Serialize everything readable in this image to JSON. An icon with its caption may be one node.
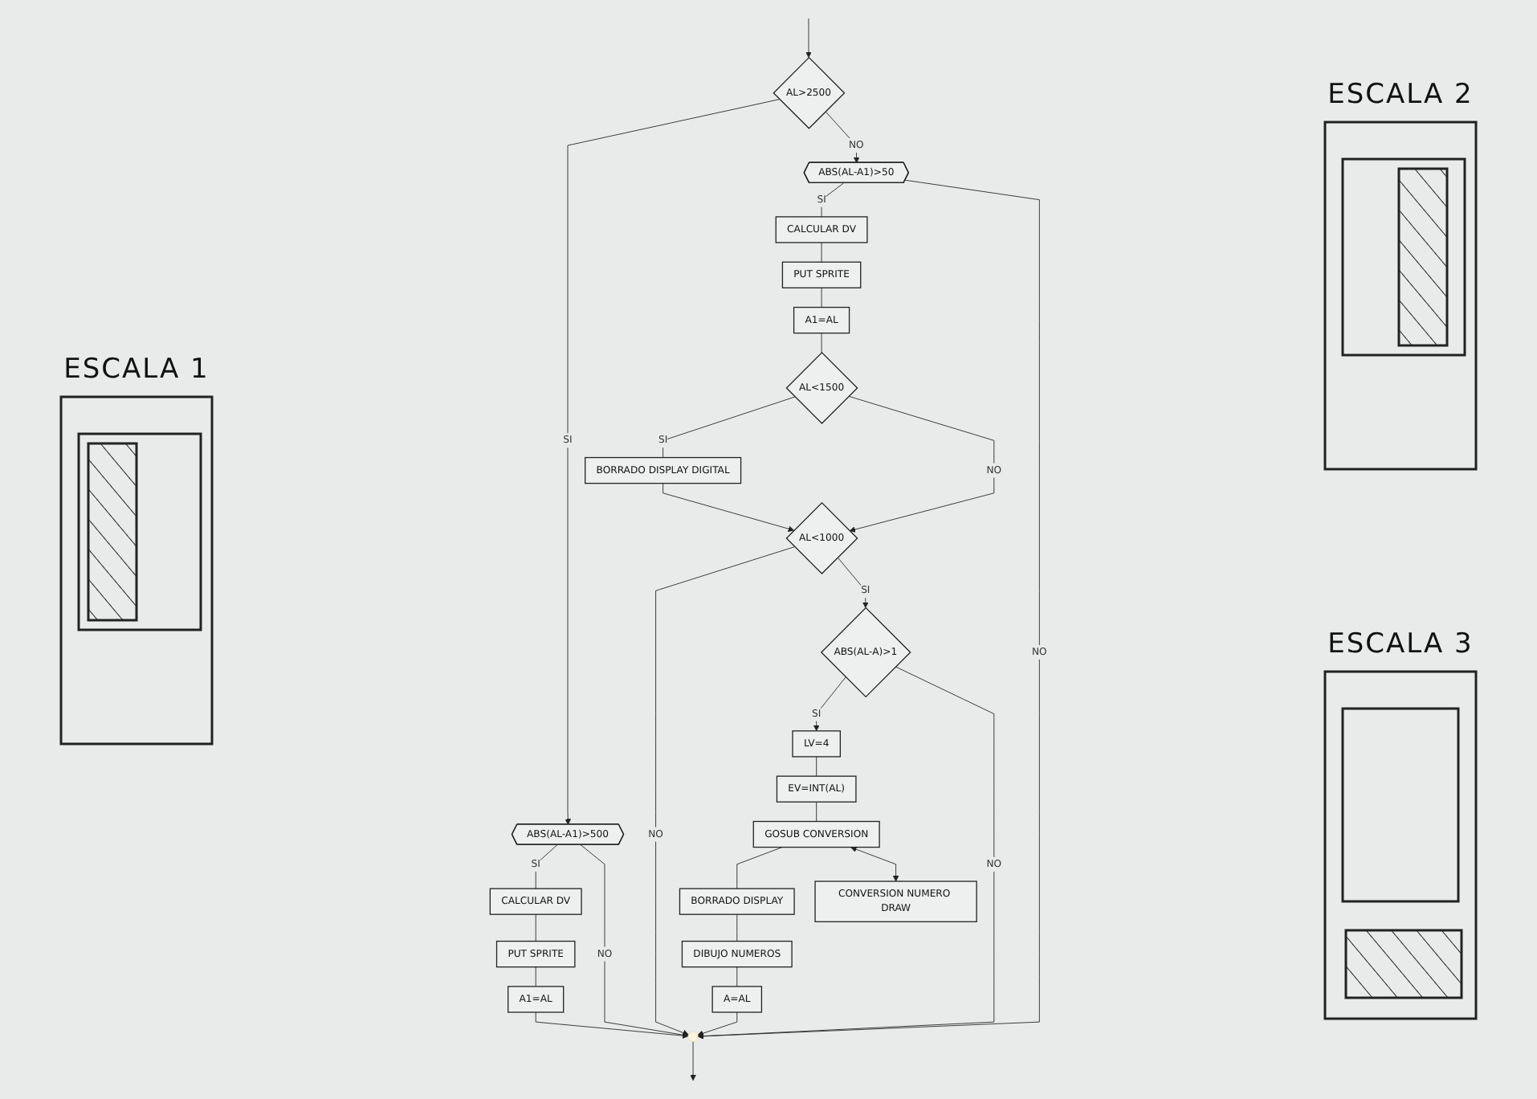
{
  "diagram": {
    "nodes": [
      {
        "text": [
          "AL>2500"
        ]
      },
      {
        "text": [
          "ABS(AL-A1)>500"
        ]
      },
      {
        "text": [
          "CALCULAR DV"
        ]
      },
      {
        "text": [
          "PUT SPRITE"
        ]
      },
      {
        "text": [
          "A1=AL"
        ]
      },
      {
        "text": [
          "ABS(AL-A1)>50"
        ]
      },
      {
        "text": [
          "CALCULAR DV"
        ]
      },
      {
        "text": [
          "PUT SPRITE"
        ]
      },
      {
        "text": [
          "A1=AL"
        ]
      },
      {
        "text": [
          "AL<1500"
        ]
      },
      {
        "text": [
          "BORRADO DISPLAY DIGITAL"
        ]
      },
      {
        "text": [
          "AL<1000"
        ]
      },
      {
        "text": [
          "ABS(AL-A)>1"
        ]
      },
      {
        "text": [
          "LV=4"
        ]
      },
      {
        "text": [
          "EV=INT(AL)"
        ]
      },
      {
        "text": [
          "GOSUB CONVERSION"
        ]
      },
      {
        "text": [
          "BORRADO DISPLAY"
        ]
      },
      {
        "text": [
          "DIBUJO NUMEROS"
        ]
      },
      {
        "text": [
          "A=AL"
        ]
      },
      {
        "text": [
          "CONVERSION NUMERO DRAW"
        ]
      },
      {
        "text": [],
        "shape": "point"
      }
    ],
    "edges": [
      {
        "from": null,
        "to": 0,
        "arrow": "to"
      },
      {
        "from": 0,
        "to": 1,
        "arrow": "to",
        "label": "SI"
      },
      {
        "from": 0,
        "to": 5,
        "arrow": "to",
        "label": "NO"
      },
      {
        "from": 1,
        "to": 2,
        "arrow": "none",
        "label": "SI"
      },
      {
        "from": 2,
        "to": 3,
        "arrow": "none"
      },
      {
        "from": 3,
        "to": 4,
        "arrow": "none"
      },
      {
        "from": 1,
        "to": 20,
        "arrow": "to",
        "label": "NO"
      },
      {
        "from": 4,
        "to": 20,
        "arrow": "to"
      },
      {
        "from": 5,
        "to": 6,
        "arrow": "none",
        "label": "SI"
      },
      {
        "from": 6,
        "to": 7,
        "arrow": "none"
      },
      {
        "from": 7,
        "to": 8,
        "arrow": "none"
      },
      {
        "from": 8,
        "to": 9,
        "arrow": "none"
      },
      {
        "from": 9,
        "to": 10,
        "arrow": "none",
        "label": "SI"
      },
      {
        "from": 9,
        "to": 11,
        "arrow": "to",
        "label": "NO"
      },
      {
        "from": 10,
        "to": 11,
        "arrow": "to"
      },
      {
        "from": 5,
        "to": 20,
        "arrow": "to",
        "label": "NO"
      },
      {
        "from": 11,
        "to": 20,
        "arrow": "to",
        "label": "NO"
      },
      {
        "from": 11,
        "to": 12,
        "arrow": "to",
        "label": "SI"
      },
      {
        "from": 12,
        "to": 13,
        "arrow": "to",
        "label": "SI"
      },
      {
        "from": 12,
        "to": 20,
        "arrow": "to",
        "label": "NO"
      },
      {
        "from": 13,
        "to": 14,
        "arrow": "none"
      },
      {
        "from": 14,
        "to": 15,
        "arrow": "none"
      },
      {
        "from": 15,
        "to": 16,
        "arrow": "none"
      },
      {
        "from": 16,
        "to": 17,
        "arrow": "none"
      },
      {
        "from": 17,
        "to": 18,
        "arrow": "none"
      },
      {
        "from": 18,
        "to": 20,
        "arrow": "to"
      },
      {
        "from": 15,
        "to": 19,
        "arrow": "both"
      },
      {
        "from": 20,
        "to": null,
        "arrow": "to"
      }
    ],
    "labels": [
      "ESCALA 2",
      "ESCALA 1",
      "ESCALA 3"
    ]
  }
}
